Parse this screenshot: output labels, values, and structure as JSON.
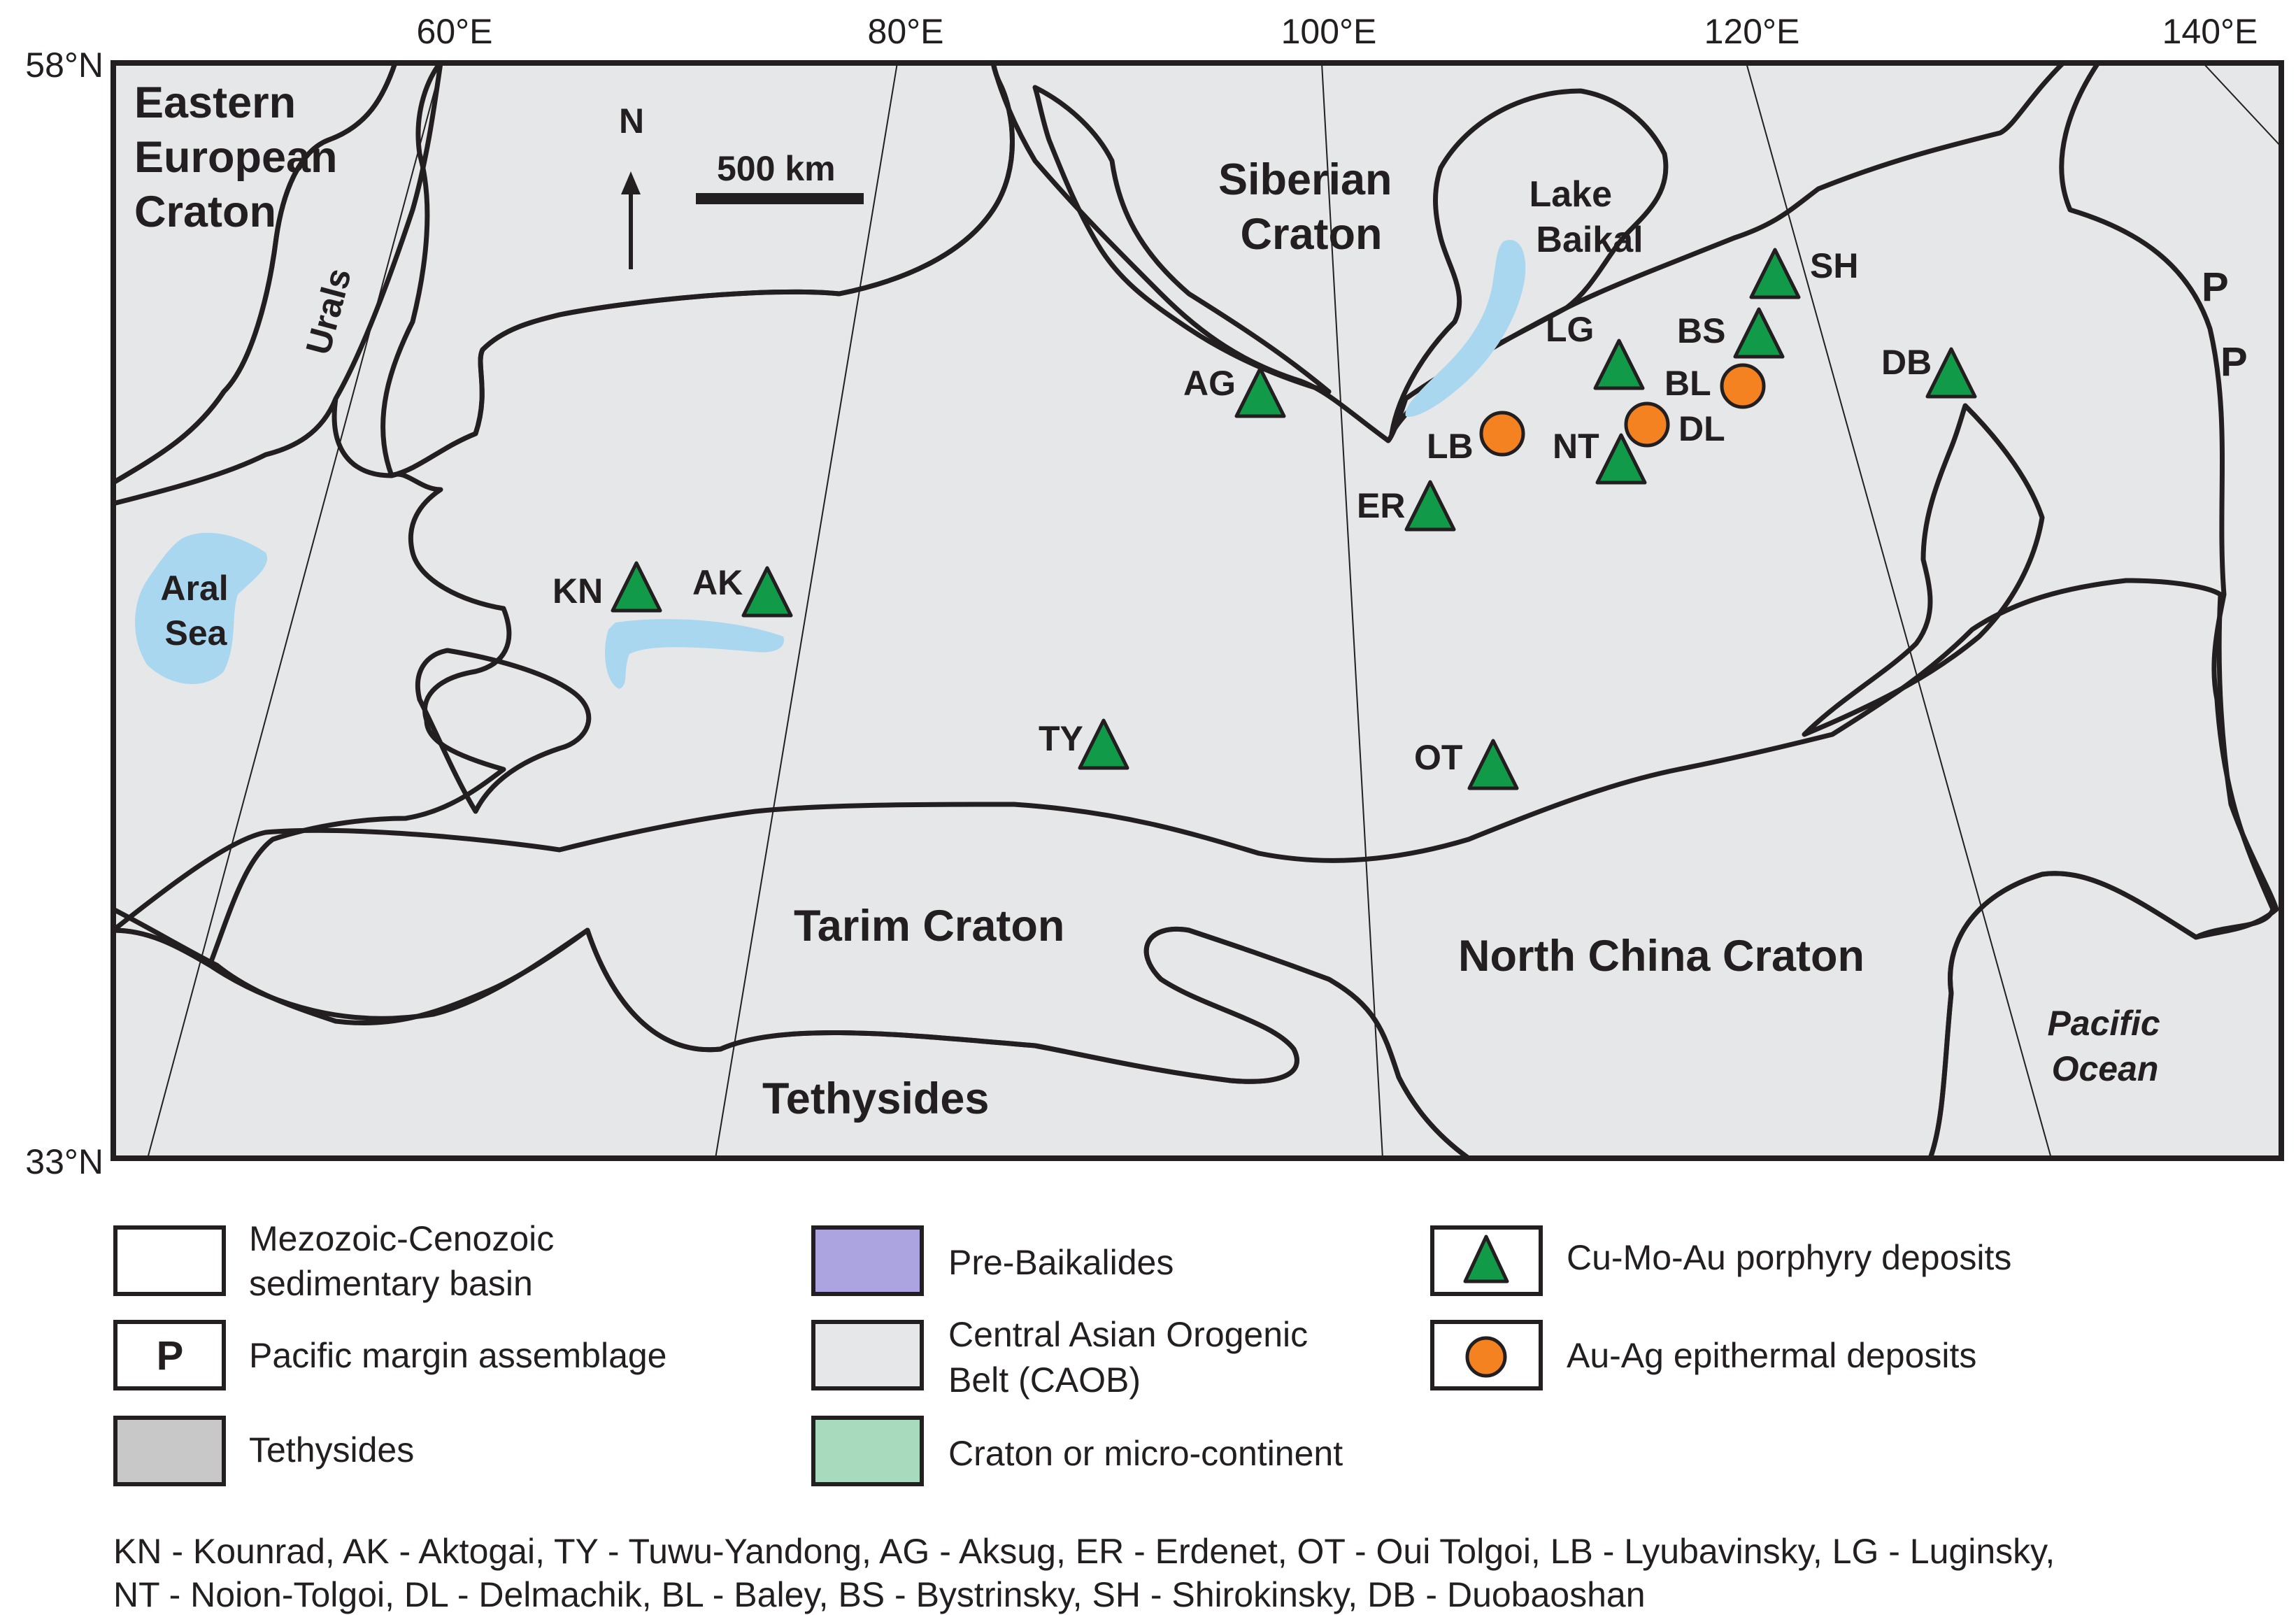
{
  "colors": {
    "basin": "#ffffff",
    "caob": "#e6e7e8",
    "craton": "#a8dbbd",
    "tethysides": "#c8c8c8",
    "pre_baikalides": "#aba4e0",
    "water": "#a9d7f0",
    "porphyry": "#119b48",
    "epithermal": "#f58220",
    "outline": "#231f20"
  },
  "axes": {
    "longitudes": [
      "60°E",
      "80°E",
      "100°E",
      "120°E",
      "140°E"
    ],
    "latitudes": [
      "58°N",
      "33°N"
    ]
  },
  "map_labels": {
    "eastern_european_craton": [
      "Eastern",
      "European",
      "Craton"
    ],
    "urals": "Urals",
    "north_arrow": "N",
    "scale_bar": "500 km",
    "siberian_craton": [
      "Siberian",
      "Craton"
    ],
    "lake_baikal": [
      "Lake",
      "Baikal"
    ],
    "aral_sea": [
      "Aral",
      "Sea"
    ],
    "tarim_craton": "Tarim Craton",
    "north_china_craton": "North China Craton",
    "tethysides": "Tethysides",
    "pacific_ocean": [
      "Pacific",
      "Ocean"
    ],
    "pacific_margin_marker": "P"
  },
  "deposits": [
    {
      "code": "KN",
      "type": "porphyry"
    },
    {
      "code": "AK",
      "type": "porphyry"
    },
    {
      "code": "TY",
      "type": "porphyry"
    },
    {
      "code": "AG",
      "type": "porphyry"
    },
    {
      "code": "ER",
      "type": "porphyry"
    },
    {
      "code": "OT",
      "type": "porphyry"
    },
    {
      "code": "LG",
      "type": "porphyry"
    },
    {
      "code": "NT",
      "type": "porphyry"
    },
    {
      "code": "BS",
      "type": "porphyry"
    },
    {
      "code": "SH",
      "type": "porphyry"
    },
    {
      "code": "DB",
      "type": "porphyry"
    },
    {
      "code": "LB",
      "type": "epithermal"
    },
    {
      "code": "DL",
      "type": "epithermal"
    },
    {
      "code": "BL",
      "type": "epithermal"
    }
  ],
  "legend": {
    "basin": [
      "Mezozoic-Cenozoic",
      "sedimentary basin"
    ],
    "pacific": "Pacific margin assemblage",
    "pacific_symbol": "P",
    "tethysides": "Tethysides",
    "pre_baikalides": "Pre-Baikalides",
    "caob": [
      "Central Asian Orogenic",
      "Belt (CAOB)"
    ],
    "craton": "Craton or micro-continent",
    "porphyry": "Cu-Mo-Au porphyry deposits",
    "epithermal": "Au-Ag epithermal deposits"
  },
  "abbreviations": [
    "KN - Kounrad, AK - Aktogai, TY - Tuwu-Yandong, AG - Aksug, ER - Erdenet, OT - Oui Tolgoi, LB - Lyubavinsky, LG - Luginsky,",
    "NT - Noion-Tolgoi, DL - Delmachik, BL - Baley, BS - Bystrinsky, SH - Shirokinsky, DB - Duobaoshan"
  ]
}
